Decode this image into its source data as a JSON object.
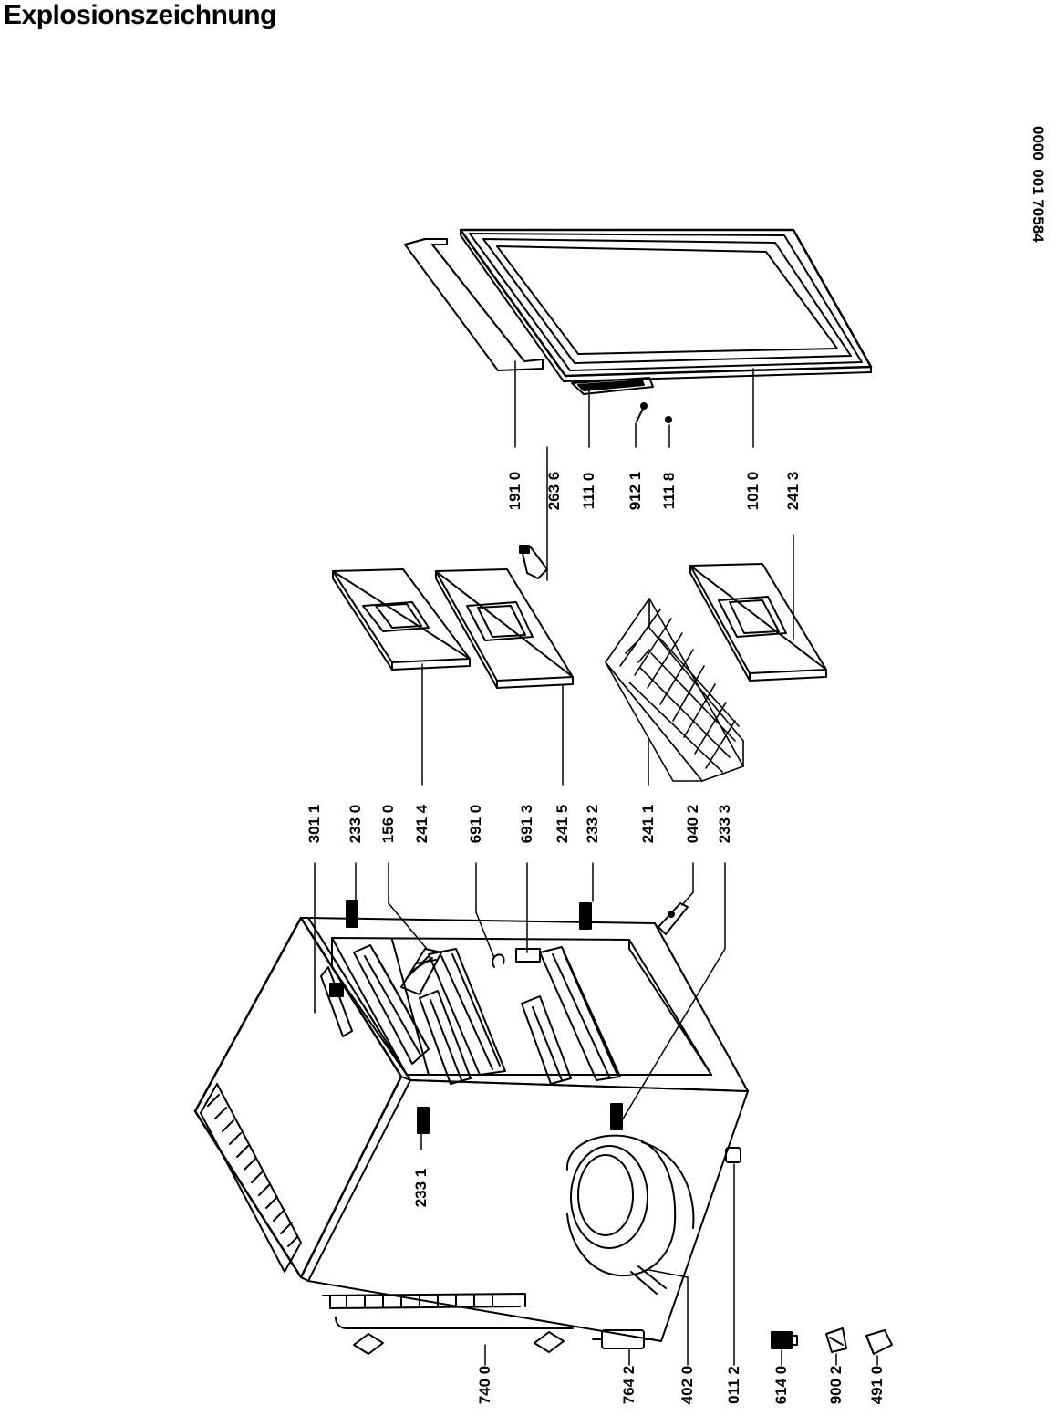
{
  "title": "Explosionszeichnung",
  "doc_number": "0000  001 70584",
  "labels": {
    "l1910": "191 0",
    "l2636": "263 6",
    "l1110": "111 0",
    "l9121": "912 1",
    "l1118": "111 8",
    "l1010": "101 0",
    "l2413": "241 3",
    "l3011": "301 1",
    "l2330": "233 0",
    "l1560": "156 0",
    "l2414": "241 4",
    "l6910": "691 0",
    "l6913": "691 3",
    "l2415": "241 5",
    "l2332": "233 2",
    "l2411": "241 1",
    "l0402": "040 2",
    "l2333": "233 3",
    "l2331": "233 1",
    "l7400": "740 0",
    "l7642": "764 2",
    "l4020": "402 0",
    "l0112": "011 2",
    "l6140": "614 0",
    "l9002": "900 2",
    "l4910": "491 0"
  }
}
